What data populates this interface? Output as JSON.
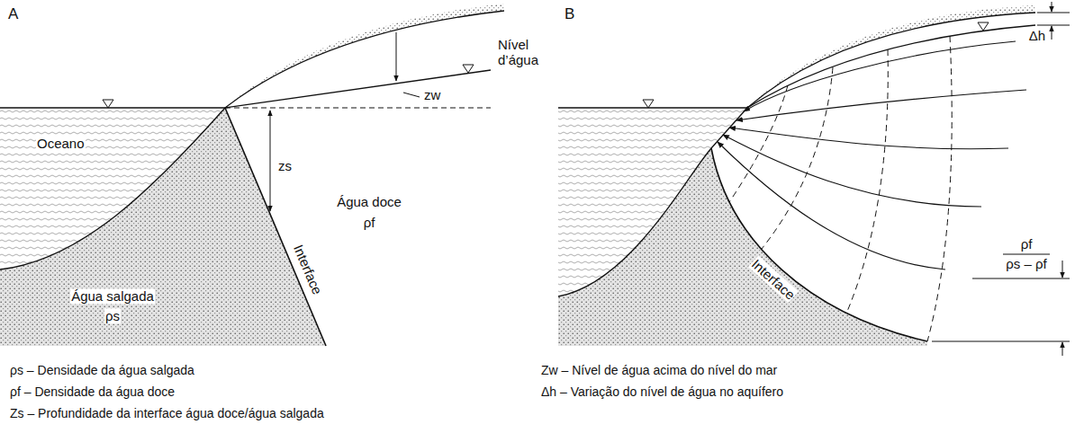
{
  "diagram": {
    "labels": [
      "A",
      "B",
      "Nível d’água",
      "zw",
      "Oceano",
      "zs",
      "Água doce",
      "ρf",
      "Interface",
      "Água salgada",
      "ρs",
      "Δh",
      "Interface",
      "ρf",
      "ρs – ρf",
      "ρs – Densidade da água salgada",
      "ρf – Densidade da água doce",
      "Zs – Profundidade da interface água doce/água salgada",
      "Zw – Nível de água acima do nível do mar",
      "Δh – Variação do nível de água no aquífero"
    ]
  }
}
